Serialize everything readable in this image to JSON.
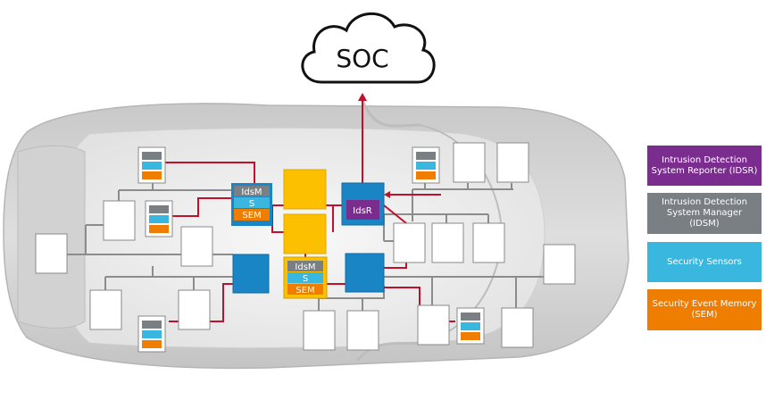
{
  "cloud": {
    "label": "SOC"
  },
  "module_labels": {
    "idsm": "IdsM",
    "s": "S",
    "sem": "SEM",
    "idsr": "IdsR"
  },
  "legend": [
    {
      "key": "idsr",
      "text": "Intrusion Detection System Reporter (IDSR)",
      "color": "#7b2c8f"
    },
    {
      "key": "idsm",
      "text": "Intrusion Detection System Manager (IDSM)",
      "color": "#7a7f84"
    },
    {
      "key": "sensors",
      "text": "Security Sensors",
      "color": "#3ab7de"
    },
    {
      "key": "sem",
      "text": "Security Event Memory (SEM)",
      "color": "#ef7d00"
    }
  ],
  "colors": {
    "red_line": "#c0102c",
    "grey_line": "#8c8c8c",
    "blue_ecu": "#1a85c5",
    "yellow_ecu": "#fcc000",
    "purple": "#7b2c8f",
    "grey": "#7a7f84",
    "cyan": "#3ab7de",
    "orange": "#ef7d00"
  }
}
